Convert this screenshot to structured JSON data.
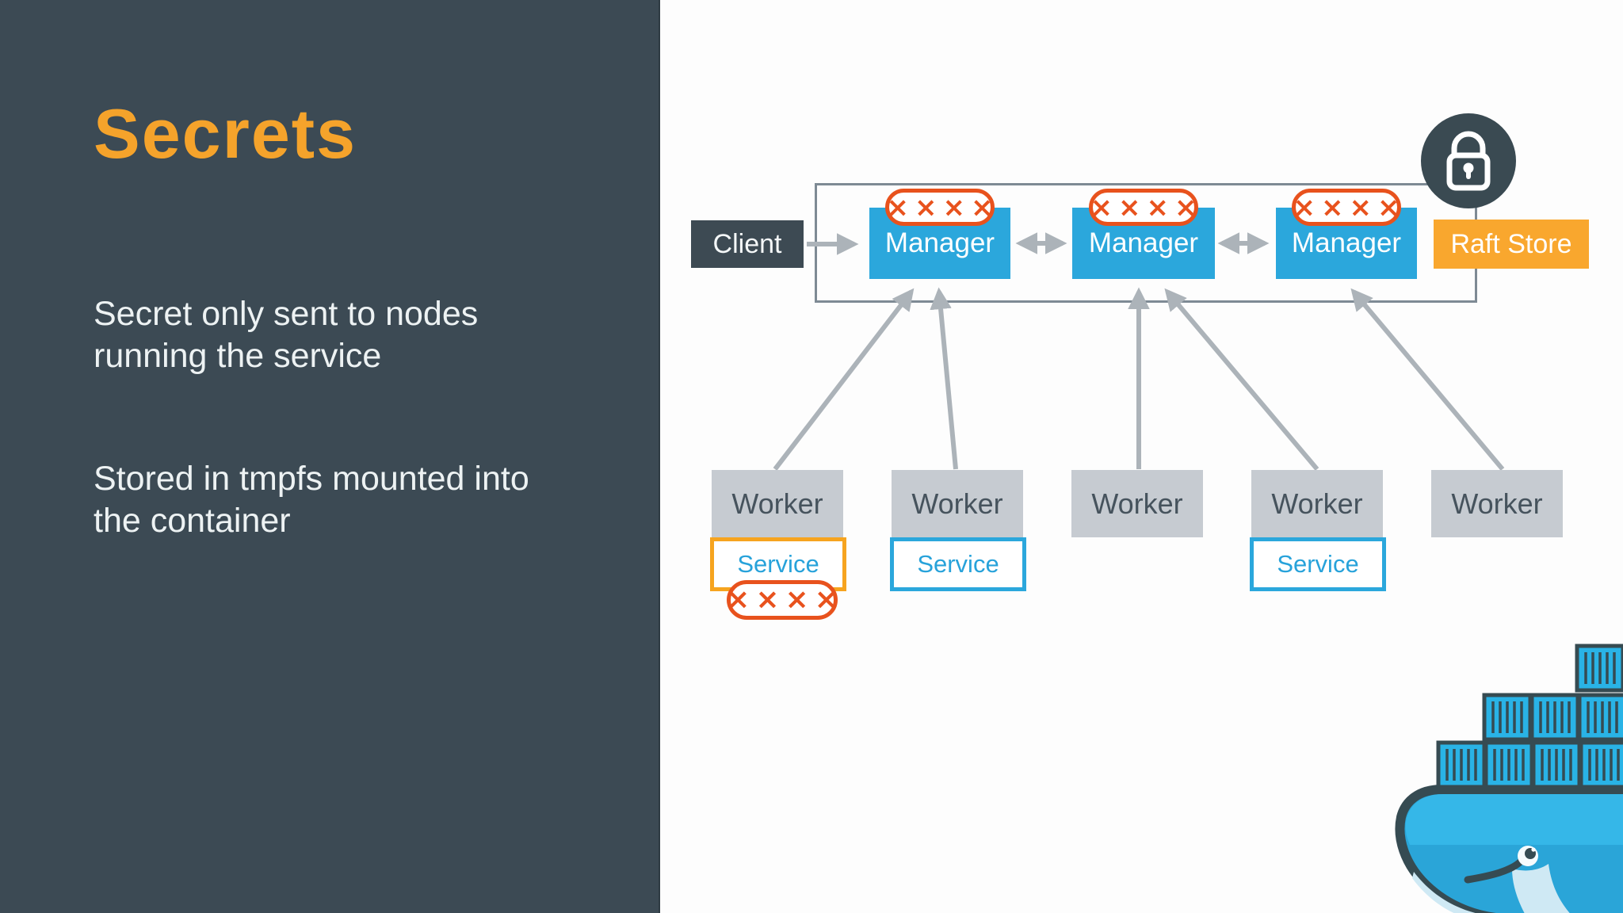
{
  "sidebar": {
    "title": "Secrets",
    "bullets": [
      {
        "line1": "Secret only sent to nodes",
        "line2": "running the service"
      },
      {
        "line1": "Stored in tmpfs mounted into",
        "line2": "the container"
      }
    ]
  },
  "diagram": {
    "client": {
      "label": "Client"
    },
    "managers": [
      {
        "label": "Manager",
        "badge": "××××"
      },
      {
        "label": "Manager",
        "badge": "××××"
      },
      {
        "label": "Manager",
        "badge": "××××"
      }
    ],
    "raft_store": {
      "label": "Raft Store"
    },
    "workers": [
      {
        "label": "Worker"
      },
      {
        "label": "Worker"
      },
      {
        "label": "Worker"
      },
      {
        "label": "Worker"
      },
      {
        "label": "Worker"
      }
    ],
    "services": [
      {
        "label": "Service",
        "border": "amber"
      },
      {
        "label": "Service",
        "border": "blue"
      },
      {
        "label": "Service",
        "border": "blue"
      }
    ],
    "secret_badge": {
      "text": "××××"
    },
    "icons": {
      "lock": "lock-icon",
      "docker": "docker-whale-logo"
    },
    "colors": {
      "sidebar_bg": "#3C4A54",
      "accent_orange": "#F5A32B",
      "manager_blue": "#2BA7DC",
      "raft_orange": "#F9A72E",
      "badge_red": "#E8521D",
      "service_amber_border": "#F6A41F",
      "worker_gray": "#C6CBD1",
      "arrow_gray": "#ACB3B9",
      "dark_node": "#3D4A53"
    }
  }
}
